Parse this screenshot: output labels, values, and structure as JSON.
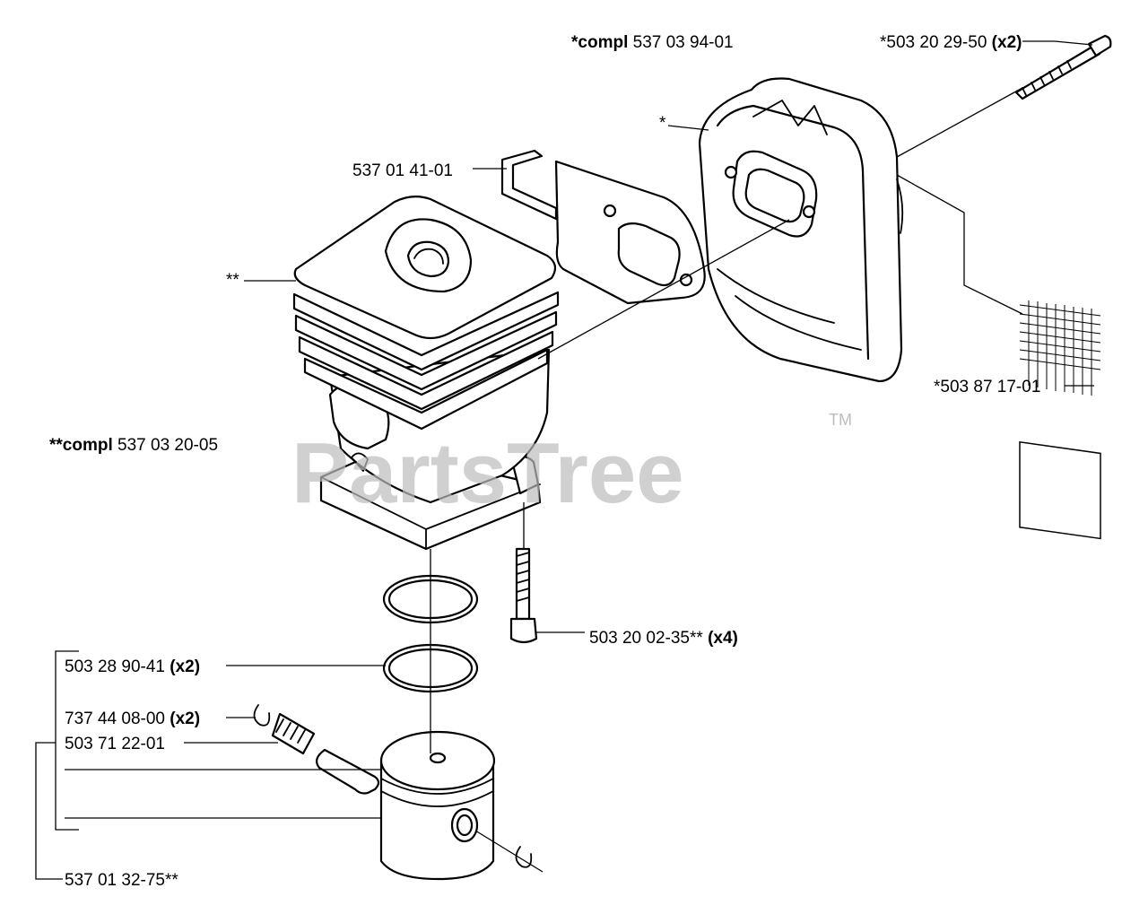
{
  "labels": {
    "muffler_compl": {
      "prefix": "*compl",
      "part": " 537 03 94-01"
    },
    "muffler_bolt": {
      "part": "*503 20 29-50 ",
      "qty": "(x2)"
    },
    "muffler_star": {
      "part": "*"
    },
    "bracket": {
      "part": "537 01 41-01"
    },
    "cylinder_star": {
      "part": "**"
    },
    "screen": {
      "part": "*503 87 17-01"
    },
    "cylinder_compl": {
      "prefix": "**compl",
      "part": " 537 03 20-05"
    },
    "cylinder_screw": {
      "part": "503 20 02-35** ",
      "qty": "(x4)"
    },
    "piston_ring": {
      "part": "503 28 90-41 ",
      "qty": "(x2)"
    },
    "circlip": {
      "part": "737 44 08-00 ",
      "qty": "(x2)"
    },
    "needle_bearing": {
      "part": "503 71 22-01"
    },
    "piston_kit": {
      "part": "537 01 32-75**"
    }
  },
  "watermark": {
    "text": "PartsTree",
    "trademark": "TM"
  }
}
